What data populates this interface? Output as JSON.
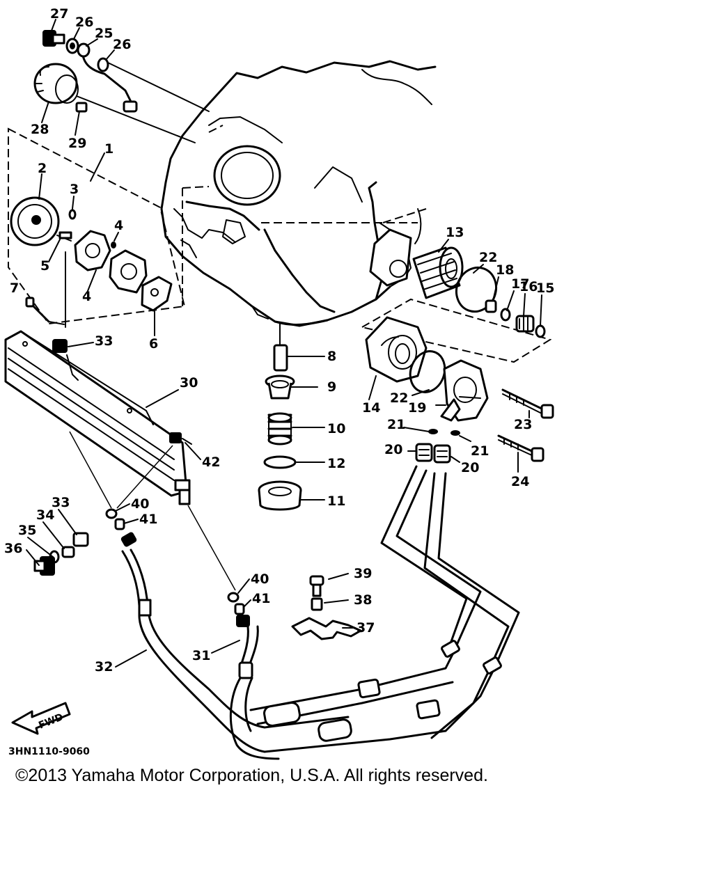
{
  "diagram": {
    "drawing_code": "3HN1110-9060",
    "fwd_label": "FWD",
    "copyright": "©2013 Yamaha Motor Corporation, U.S.A. All rights reserved.",
    "callouts": [
      "27",
      "26",
      "25",
      "26",
      "28",
      "29",
      "1",
      "2",
      "3",
      "4",
      "5",
      "4",
      "7",
      "6",
      "33",
      "30",
      "42",
      "8",
      "9",
      "10",
      "12",
      "11",
      "13",
      "22",
      "18",
      "17",
      "16",
      "15",
      "14",
      "22",
      "19",
      "23",
      "21",
      "21",
      "20",
      "20",
      "24",
      "33",
      "34",
      "35",
      "36",
      "40",
      "41",
      "40",
      "41",
      "39",
      "38",
      "37",
      "31",
      "32"
    ]
  }
}
